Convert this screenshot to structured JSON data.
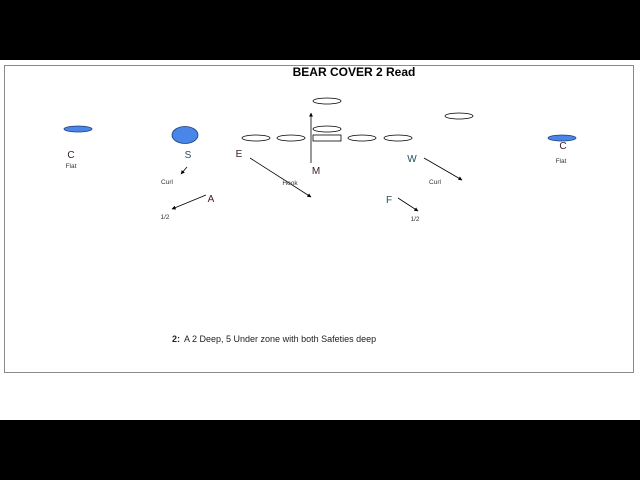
{
  "title": "BEAR COVER 2 Read",
  "colors": {
    "defender_fill": "#4a86e8",
    "offense_fill": "#ffffff",
    "line": "#000000",
    "label_dark": "#3a1a2e",
    "label_teal": "#1f4f5a"
  },
  "defense": {
    "corner_left": {
      "label": "C",
      "zone": "Flat"
    },
    "safety_s": {
      "label": "S",
      "zone": "Curl"
    },
    "end_e": {
      "label": "E",
      "zone": "Hook"
    },
    "mike": {
      "label": "M"
    },
    "will": {
      "label": "W",
      "zone": "Curl"
    },
    "corner_right": {
      "label": "C",
      "zone": "Flat"
    },
    "safety_a": {
      "label": "A",
      "zone": "1/2"
    },
    "safety_f": {
      "label": "F",
      "zone": "1/2"
    }
  },
  "note": {
    "number": "2:",
    "text": "A 2 Deep, 5 Under zone with both Safeties deep"
  }
}
